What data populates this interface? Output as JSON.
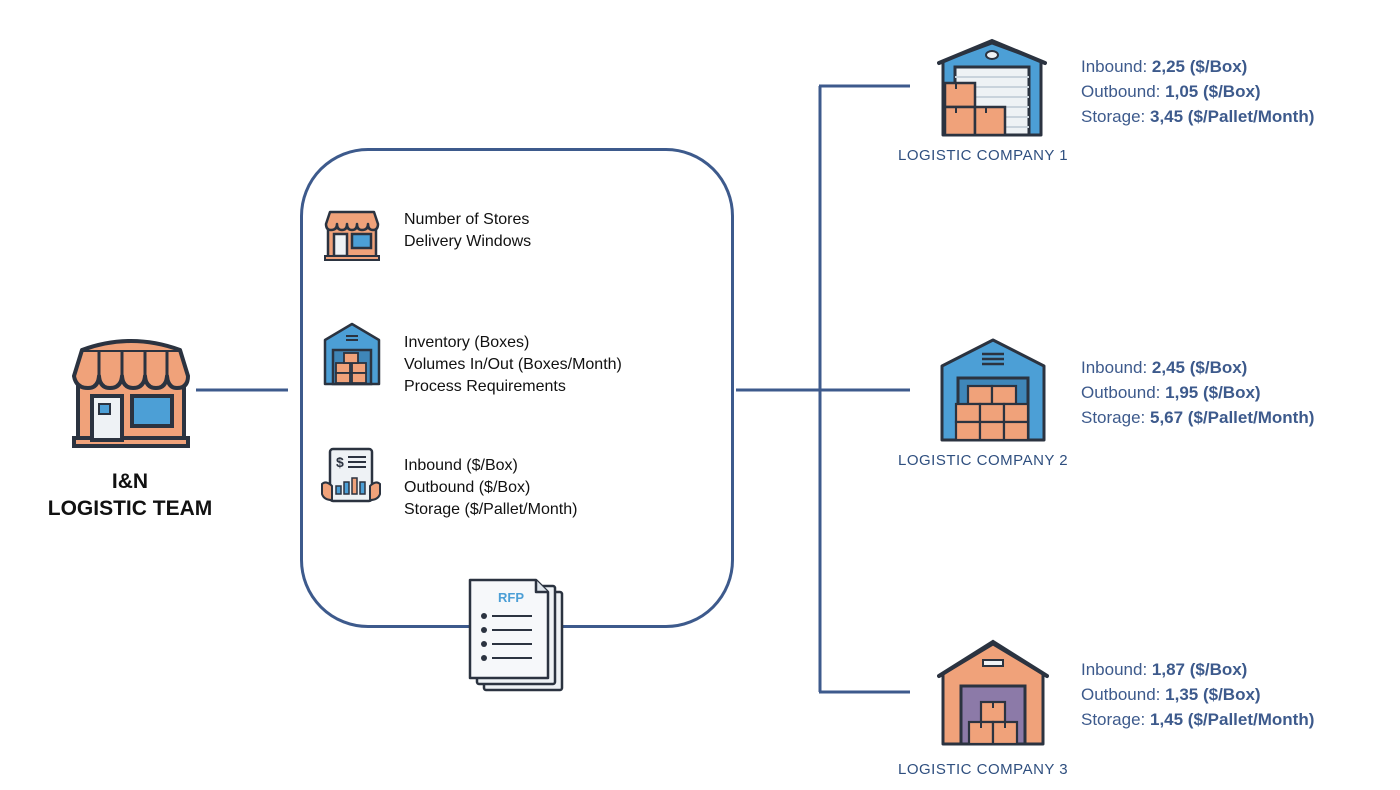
{
  "team": {
    "line1": "I&N",
    "line2": "LOGISTIC TEAM"
  },
  "requirements": {
    "stores": [
      "Number of Stores",
      "Delivery Windows"
    ],
    "inventory": [
      "Inventory  (Boxes)",
      "Volumes In/Out (Boxes/Month)",
      "Process Requirements"
    ],
    "pricing": [
      "Inbound ($/Box)",
      "Outbound ($/Box)",
      "Storage ($/Pallet/Month)"
    ]
  },
  "rfp": {
    "label": "RFP"
  },
  "companies": [
    {
      "name": "LOGISTIC COMPANY 1",
      "inbound_label": "Inbound:",
      "inbound_value": "2,25 ($/Box)",
      "outbound_label": "Outbound:",
      "outbound_value": "1,05 ($/Box)",
      "storage_label": "Storage:",
      "storage_value": "3,45 ($/Pallet/Month)"
    },
    {
      "name": "LOGISTIC COMPANY 2",
      "inbound_label": "Inbound:",
      "inbound_value": "2,45 ($/Box)",
      "outbound_label": "Outbound:",
      "outbound_value": "1,95 ($/Box)",
      "storage_label": "Storage:",
      "storage_value": "5,67 ($/Pallet/Month)"
    },
    {
      "name": "LOGISTIC COMPANY 3",
      "inbound_label": "Inbound:",
      "inbound_value": "1,87 ($/Box)",
      "outbound_label": "Outbound:",
      "outbound_value": "1,35 ($/Box)",
      "storage_label": "Storage:",
      "storage_value": "1,45 ($/Pallet/Month)"
    }
  ],
  "colors": {
    "line": "#3d5a8c",
    "orange": "#f0a27a",
    "blue": "#4c9fd6",
    "outline": "#2b3340",
    "label": "#2f4f7f"
  },
  "icons": [
    "store-icon",
    "store-small-icon",
    "warehouse-small-icon",
    "invoice-icon",
    "rfp-document-icon",
    "warehouse-icon"
  ]
}
